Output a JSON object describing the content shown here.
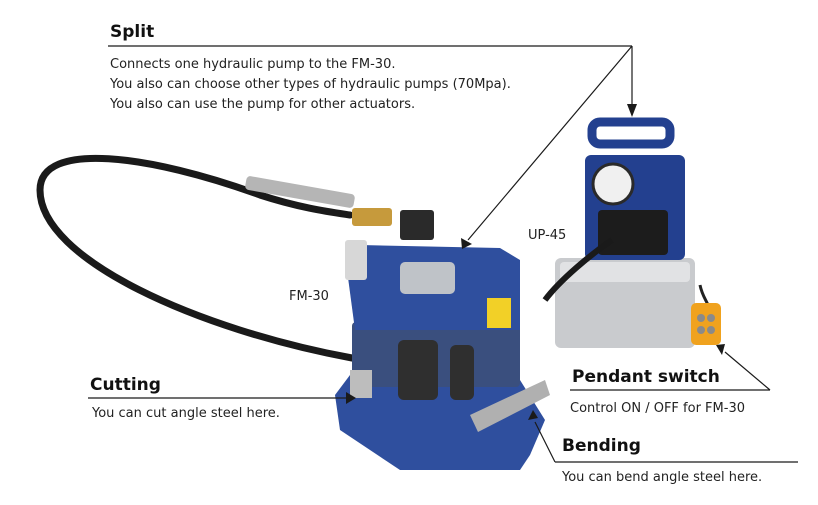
{
  "split": {
    "heading": "Split",
    "lines": [
      "Connects one hydraulic pump to the FM-30.",
      "You also can choose other types of hydraulic pumps (70Mpa).",
      "You also can use the pump for other actuators."
    ]
  },
  "labels": {
    "pump": "UP-45",
    "machine": "FM-30"
  },
  "cutting": {
    "heading": "Cutting",
    "desc": "You can cut angle steel here."
  },
  "pendant": {
    "heading": "Pendant switch",
    "desc": "Control ON / OFF for FM-30"
  },
  "bending": {
    "heading": "Bending",
    "desc": "You can bend angle steel here."
  },
  "colors": {
    "machine_blue": "#2f4f9e",
    "pump_blue": "#1f3a8a",
    "pendant_orange": "#f0a21e",
    "steel_silver": "#c8c8c8",
    "hose_black": "#1a1a1a"
  }
}
